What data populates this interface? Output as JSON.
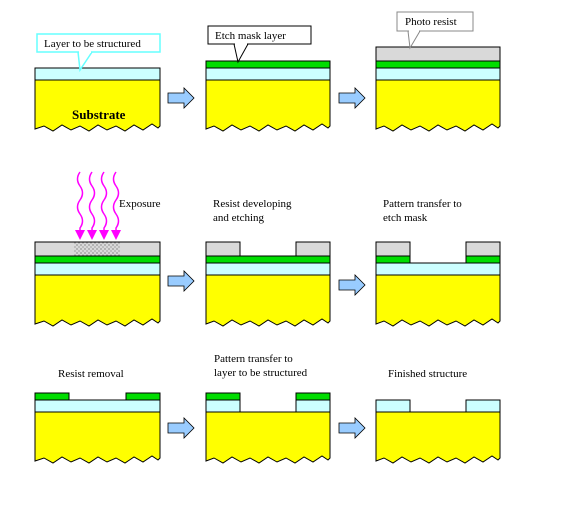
{
  "colors": {
    "substrate": "#ffff00",
    "layer": "#ccffff",
    "etch_mask": "#00dd00",
    "photoresist": "#d9d9d9",
    "exposure": "#ff00ff",
    "arrow": "#99ccff",
    "outline": "#000000"
  },
  "labels": {
    "layer_to_be_structured": "Layer to be structured",
    "substrate": "Substrate",
    "etch_mask_layer": "Etch mask layer",
    "photo_resist": "Photo resist",
    "exposure": "Exposure",
    "resist_developing_1": "Resist developing",
    "resist_developing_2": "and etching",
    "pattern_transfer_mask_1": "Pattern transfer to",
    "pattern_transfer_mask_2": "etch mask",
    "resist_removal": "Resist removal",
    "pattern_transfer_layer_1": "Pattern transfer to",
    "pattern_transfer_layer_2": "layer to be structured",
    "finished_structure": "Finished structure"
  }
}
